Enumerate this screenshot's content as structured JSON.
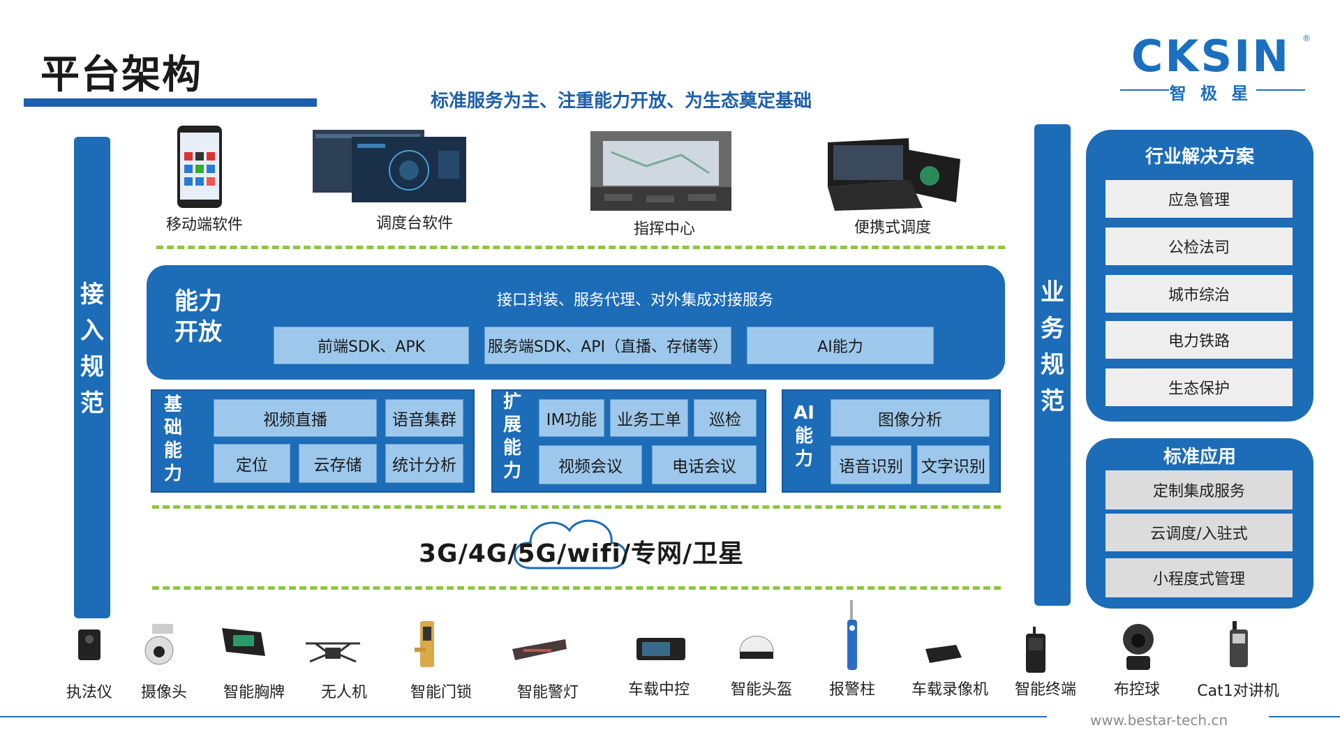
{
  "header": {
    "title": "平台架构",
    "subtitle": "标准服务为主、注重能力开放、为生态奠定基础"
  },
  "logo": {
    "text": "CKSIN",
    "sub": "智 极 星",
    "reg": "®"
  },
  "pillars": {
    "left": [
      "接",
      "入",
      "规",
      "范"
    ],
    "right": [
      "业",
      "务",
      "规",
      "范"
    ]
  },
  "apps": [
    {
      "label": "移动端软件",
      "icon": "smartphone-icon"
    },
    {
      "label": "调度台软件",
      "icon": "monitor-icon"
    },
    {
      "label": "指挥中心",
      "icon": "command-center-icon"
    },
    {
      "label": "便携式调度",
      "icon": "portable-console-icon"
    }
  ],
  "capability_open": {
    "title_line1": "能力",
    "title_line2": "开放",
    "subtitle": "接口封装、服务代理、对外集成对接服务",
    "items": [
      "前端SDK、APK",
      "服务端SDK、API（直播、存储等）",
      "AI能力"
    ]
  },
  "basic": {
    "title": [
      "基",
      "础",
      "能",
      "力"
    ],
    "cells": [
      "视频直播",
      "语音集群",
      "定位",
      "云存储",
      "统计分析"
    ]
  },
  "extend": {
    "title": [
      "扩",
      "展",
      "能",
      "力"
    ],
    "cells": [
      "IM功能",
      "业务工单",
      "巡检",
      "视频会议",
      "电话会议"
    ]
  },
  "ai": {
    "title": [
      "AI",
      "能",
      "力"
    ],
    "cells": [
      "图像分析",
      "语音识别",
      "文字识别"
    ]
  },
  "network": {
    "text": "3G/4G/5G/wifi/专网/卫星"
  },
  "industry": {
    "title": "行业解决方案",
    "items": [
      "应急管理",
      "公检法司",
      "城市综治",
      "电力铁路",
      "生态保护"
    ]
  },
  "standard": {
    "title": "标准应用",
    "items": [
      "定制集成服务",
      "云调度/入驻式",
      "小程度式管理"
    ]
  },
  "devices": [
    {
      "label": "执法仪",
      "icon": "body-camera-icon"
    },
    {
      "label": "摄像头",
      "icon": "dome-camera-icon"
    },
    {
      "label": "智能胸牌",
      "icon": "badge-icon"
    },
    {
      "label": "无人机",
      "icon": "drone-icon"
    },
    {
      "label": "智能门锁",
      "icon": "door-lock-icon"
    },
    {
      "label": "智能警灯",
      "icon": "police-light-icon"
    },
    {
      "label": "车载中控",
      "icon": "car-console-icon"
    },
    {
      "label": "智能头盔",
      "icon": "helmet-icon"
    },
    {
      "label": "报警柱",
      "icon": "alarm-pillar-icon"
    },
    {
      "label": "车载录像机",
      "icon": "car-recorder-icon"
    },
    {
      "label": "智能终端",
      "icon": "handheld-terminal-icon"
    },
    {
      "label": "布控球",
      "icon": "surveillance-ball-icon"
    },
    {
      "label": "Cat1对讲机",
      "icon": "walkie-talkie-icon"
    }
  ],
  "footer": {
    "url": "www.bestar-tech.cn"
  },
  "colors": {
    "primary": "#1c6cb8",
    "cell": "#9dc8ec",
    "dash": "#8dc63f"
  }
}
